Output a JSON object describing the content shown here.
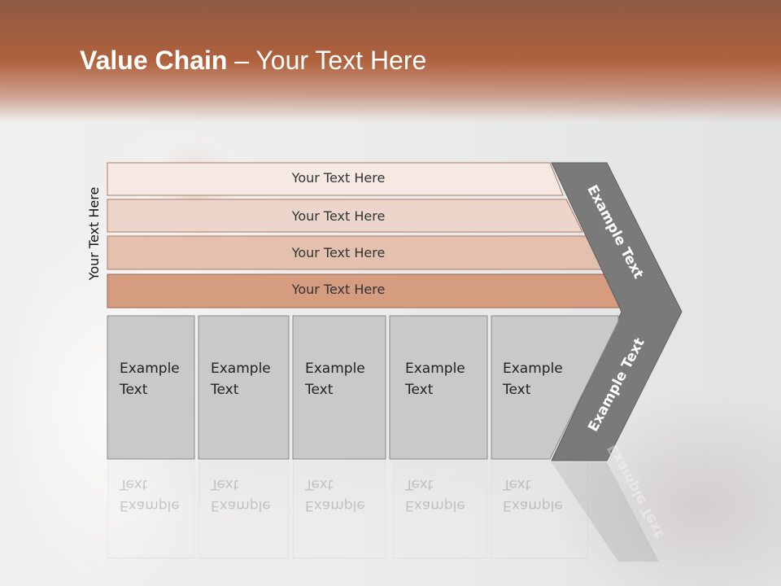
{
  "title": {
    "bold": "Value Chain",
    "rest": " – Your Text Here"
  },
  "side_label": "Your Text Here",
  "rows": [
    {
      "label": "Your Text Here",
      "color": "#f6e9e4"
    },
    {
      "label": "Your Text Here",
      "color": "#ecd6cb"
    },
    {
      "label": "Your Text Here",
      "color": "#e4c0ae"
    },
    {
      "label": "Your Text Here",
      "color": "#d59c80"
    }
  ],
  "boxes": [
    {
      "label": "Example Text"
    },
    {
      "label": "Example Text"
    },
    {
      "label": "Example Text"
    },
    {
      "label": "Example Text"
    },
    {
      "label": "Example Text"
    }
  ],
  "chevron": {
    "upper_label": "Example Text",
    "lower_label": "Example Text",
    "color": "#7a7a7a"
  },
  "colors": {
    "header": "#b0613d",
    "box_fill": "#c9c9c9",
    "box_border": "#8a8a8a"
  }
}
